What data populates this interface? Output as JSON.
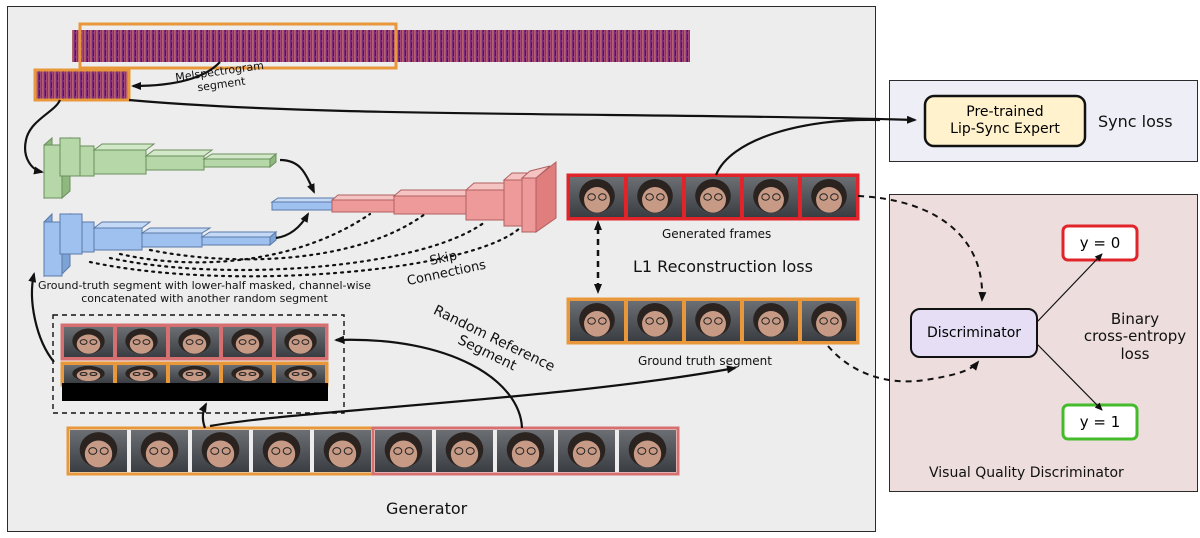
{
  "generator": {
    "title": "Generator",
    "mel_label": "Melspectrogram\nsegment",
    "input_caption": "Ground-truth segment with lower-half masked, channel-wise\nconcatenated with another random segment",
    "skip_label": "Skip\nConnections",
    "ref_label": "Random Reference\nSegment",
    "generated_label": "Generated frames",
    "l1_label": "L1 Reconstruction loss",
    "gt_label": "Ground truth segment"
  },
  "sync": {
    "expert_label": "Pre-trained\nLip-Sync Expert",
    "loss_label": "Sync loss"
  },
  "discriminator": {
    "panel_title": "Visual Quality Discriminator",
    "block_label": "Discriminator",
    "y0_label": "y = 0",
    "y1_label": "y = 1",
    "loss_label": "Binary\ncross-entropy\nloss"
  },
  "colors": {
    "orange": "#e8973b",
    "red": "#e0242a",
    "pink": "#d67070",
    "green_encoder": "#b6d7a8",
    "blue_encoder": "#9fc1ef",
    "decoder": "#ef9a9a",
    "spectrogram": "#7a2a8a",
    "expert_fill": "#fff2cc",
    "disc_fill": "#e5def5",
    "y0_border": "#e0242a",
    "y1_border": "#44bb2a"
  }
}
